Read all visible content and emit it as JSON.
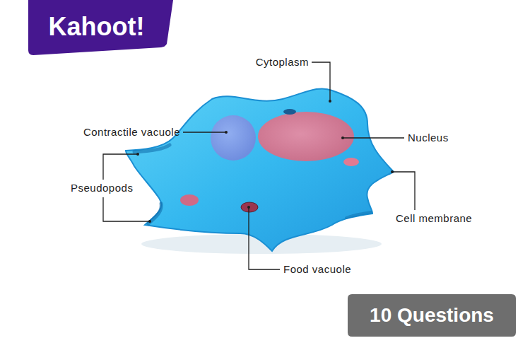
{
  "diagram": {
    "nodes": [
      {
        "text": [
          "Kahoot!"
        ]
      },
      {
        "text": [
          "10 Questions"
        ]
      }
    ],
    "labels": [
      "Cytoplasm",
      "Contractile vacuole",
      "Nucleus",
      "Pseudopods",
      "Cell membrane",
      "Food vacuole"
    ]
  }
}
